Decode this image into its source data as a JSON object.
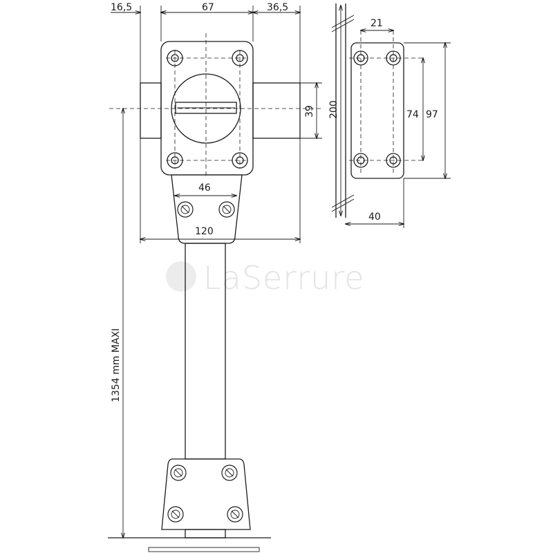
{
  "dimensions": {
    "left_offset": "16,5",
    "body_width": "67",
    "right_offset": "36,5",
    "bolt_height": "39",
    "bracket_spacing": "46",
    "overall_width": "120",
    "rod_length": "1354 mm MAXI",
    "plate_height": "200",
    "hole_spacing_x": "21",
    "hole_spacing_y": "74",
    "plate_inner_height": "97",
    "plate_width": "40"
  },
  "watermark": "LaSerrure",
  "colors": {
    "line": "#1a1a1a",
    "watermark": "#e3e3e3"
  }
}
